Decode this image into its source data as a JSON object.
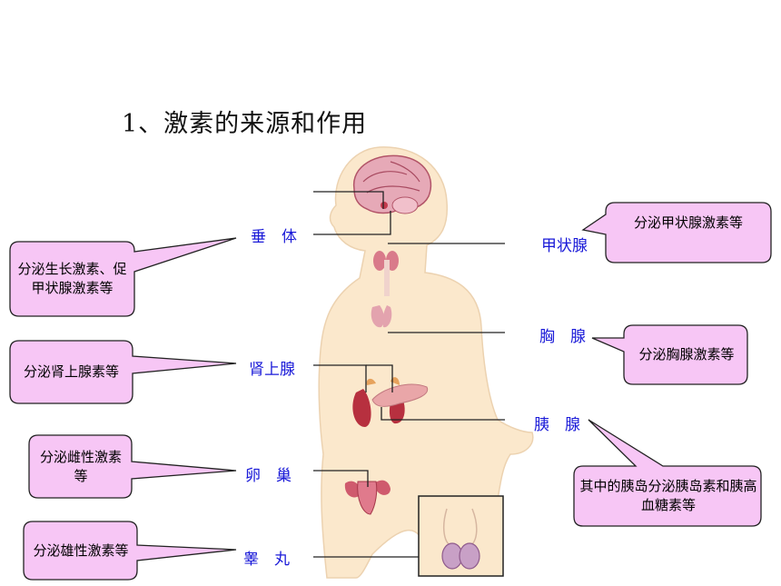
{
  "title": "1、激素的来源和作用",
  "colors": {
    "label": "#1a1ad8",
    "callout_fill": "#f7c6f5",
    "callout_stroke": "#222222",
    "skin": "#fbe8cc",
    "organ": "#c23a4c"
  },
  "glands": {
    "pituitary": "垂　体",
    "thyroid": "甲状腺",
    "thymus": "胸　腺",
    "adrenal": "肾上腺",
    "pancreas": "胰　腺",
    "ovary": "卵　巢",
    "testis": "睾　丸"
  },
  "callouts": {
    "pituitary": "分泌生长激素、促甲状腺激素等",
    "thyroid": "分泌甲状腺激素等",
    "thymus": "分泌胸腺激素等",
    "adrenal": "分泌肾上腺素等",
    "pancreas": "其中的胰岛分泌胰岛素和胰高血糖素等",
    "ovary": "分泌雌性激素等",
    "testis": "分泌雄性激素等"
  }
}
